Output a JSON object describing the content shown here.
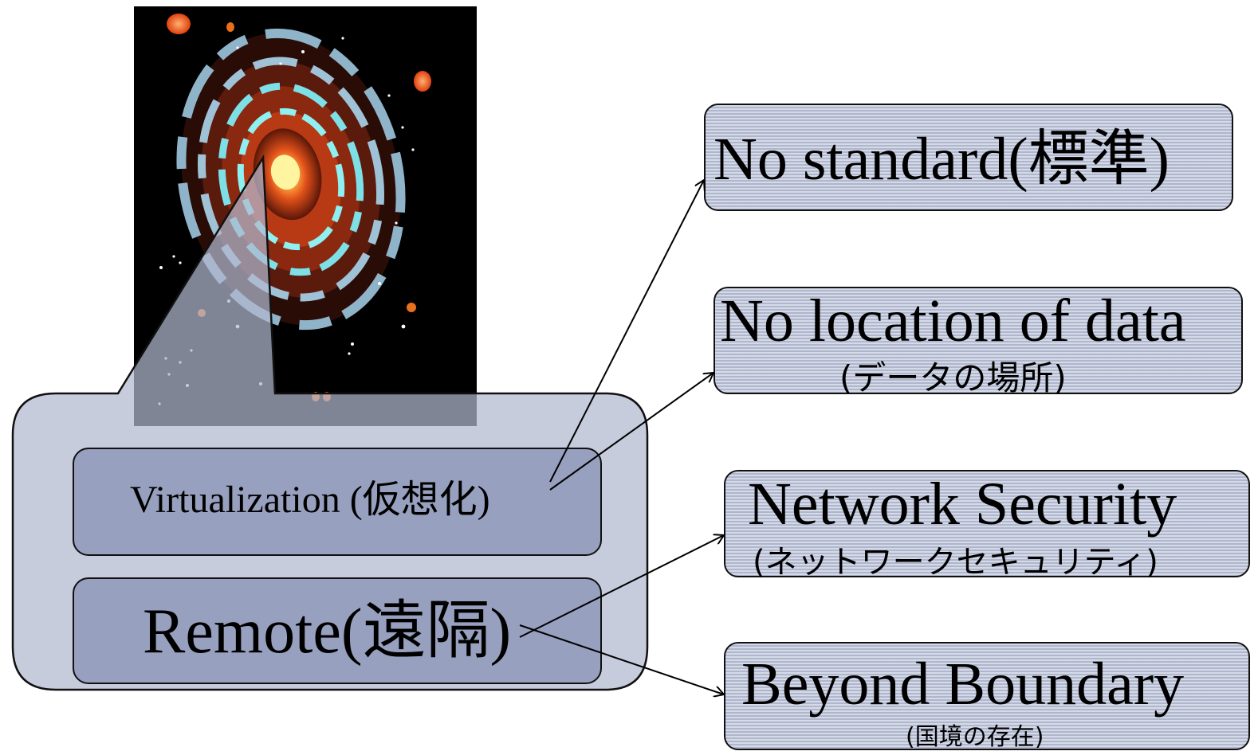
{
  "left_group": {
    "virtualization_label": "Virtualization (仮想化)",
    "remote_label": "Remote(遠隔)"
  },
  "right_boxes": [
    {
      "main": "No standard(標準)",
      "sub": ""
    },
    {
      "main": "No location of data",
      "sub": "(データの場所)"
    },
    {
      "main": "Network Security",
      "sub": "(ネットワークセキュリティ)"
    },
    {
      "main": "Beyond Boundary",
      "sub": "(国境の存在)"
    }
  ],
  "colors": {
    "outer_fill": "#c0c5d8",
    "inner_fill": "#959cbc",
    "box_fill": "#bcc3d8",
    "galaxy_background": "#000000"
  },
  "icons": [
    "galaxy-image"
  ]
}
